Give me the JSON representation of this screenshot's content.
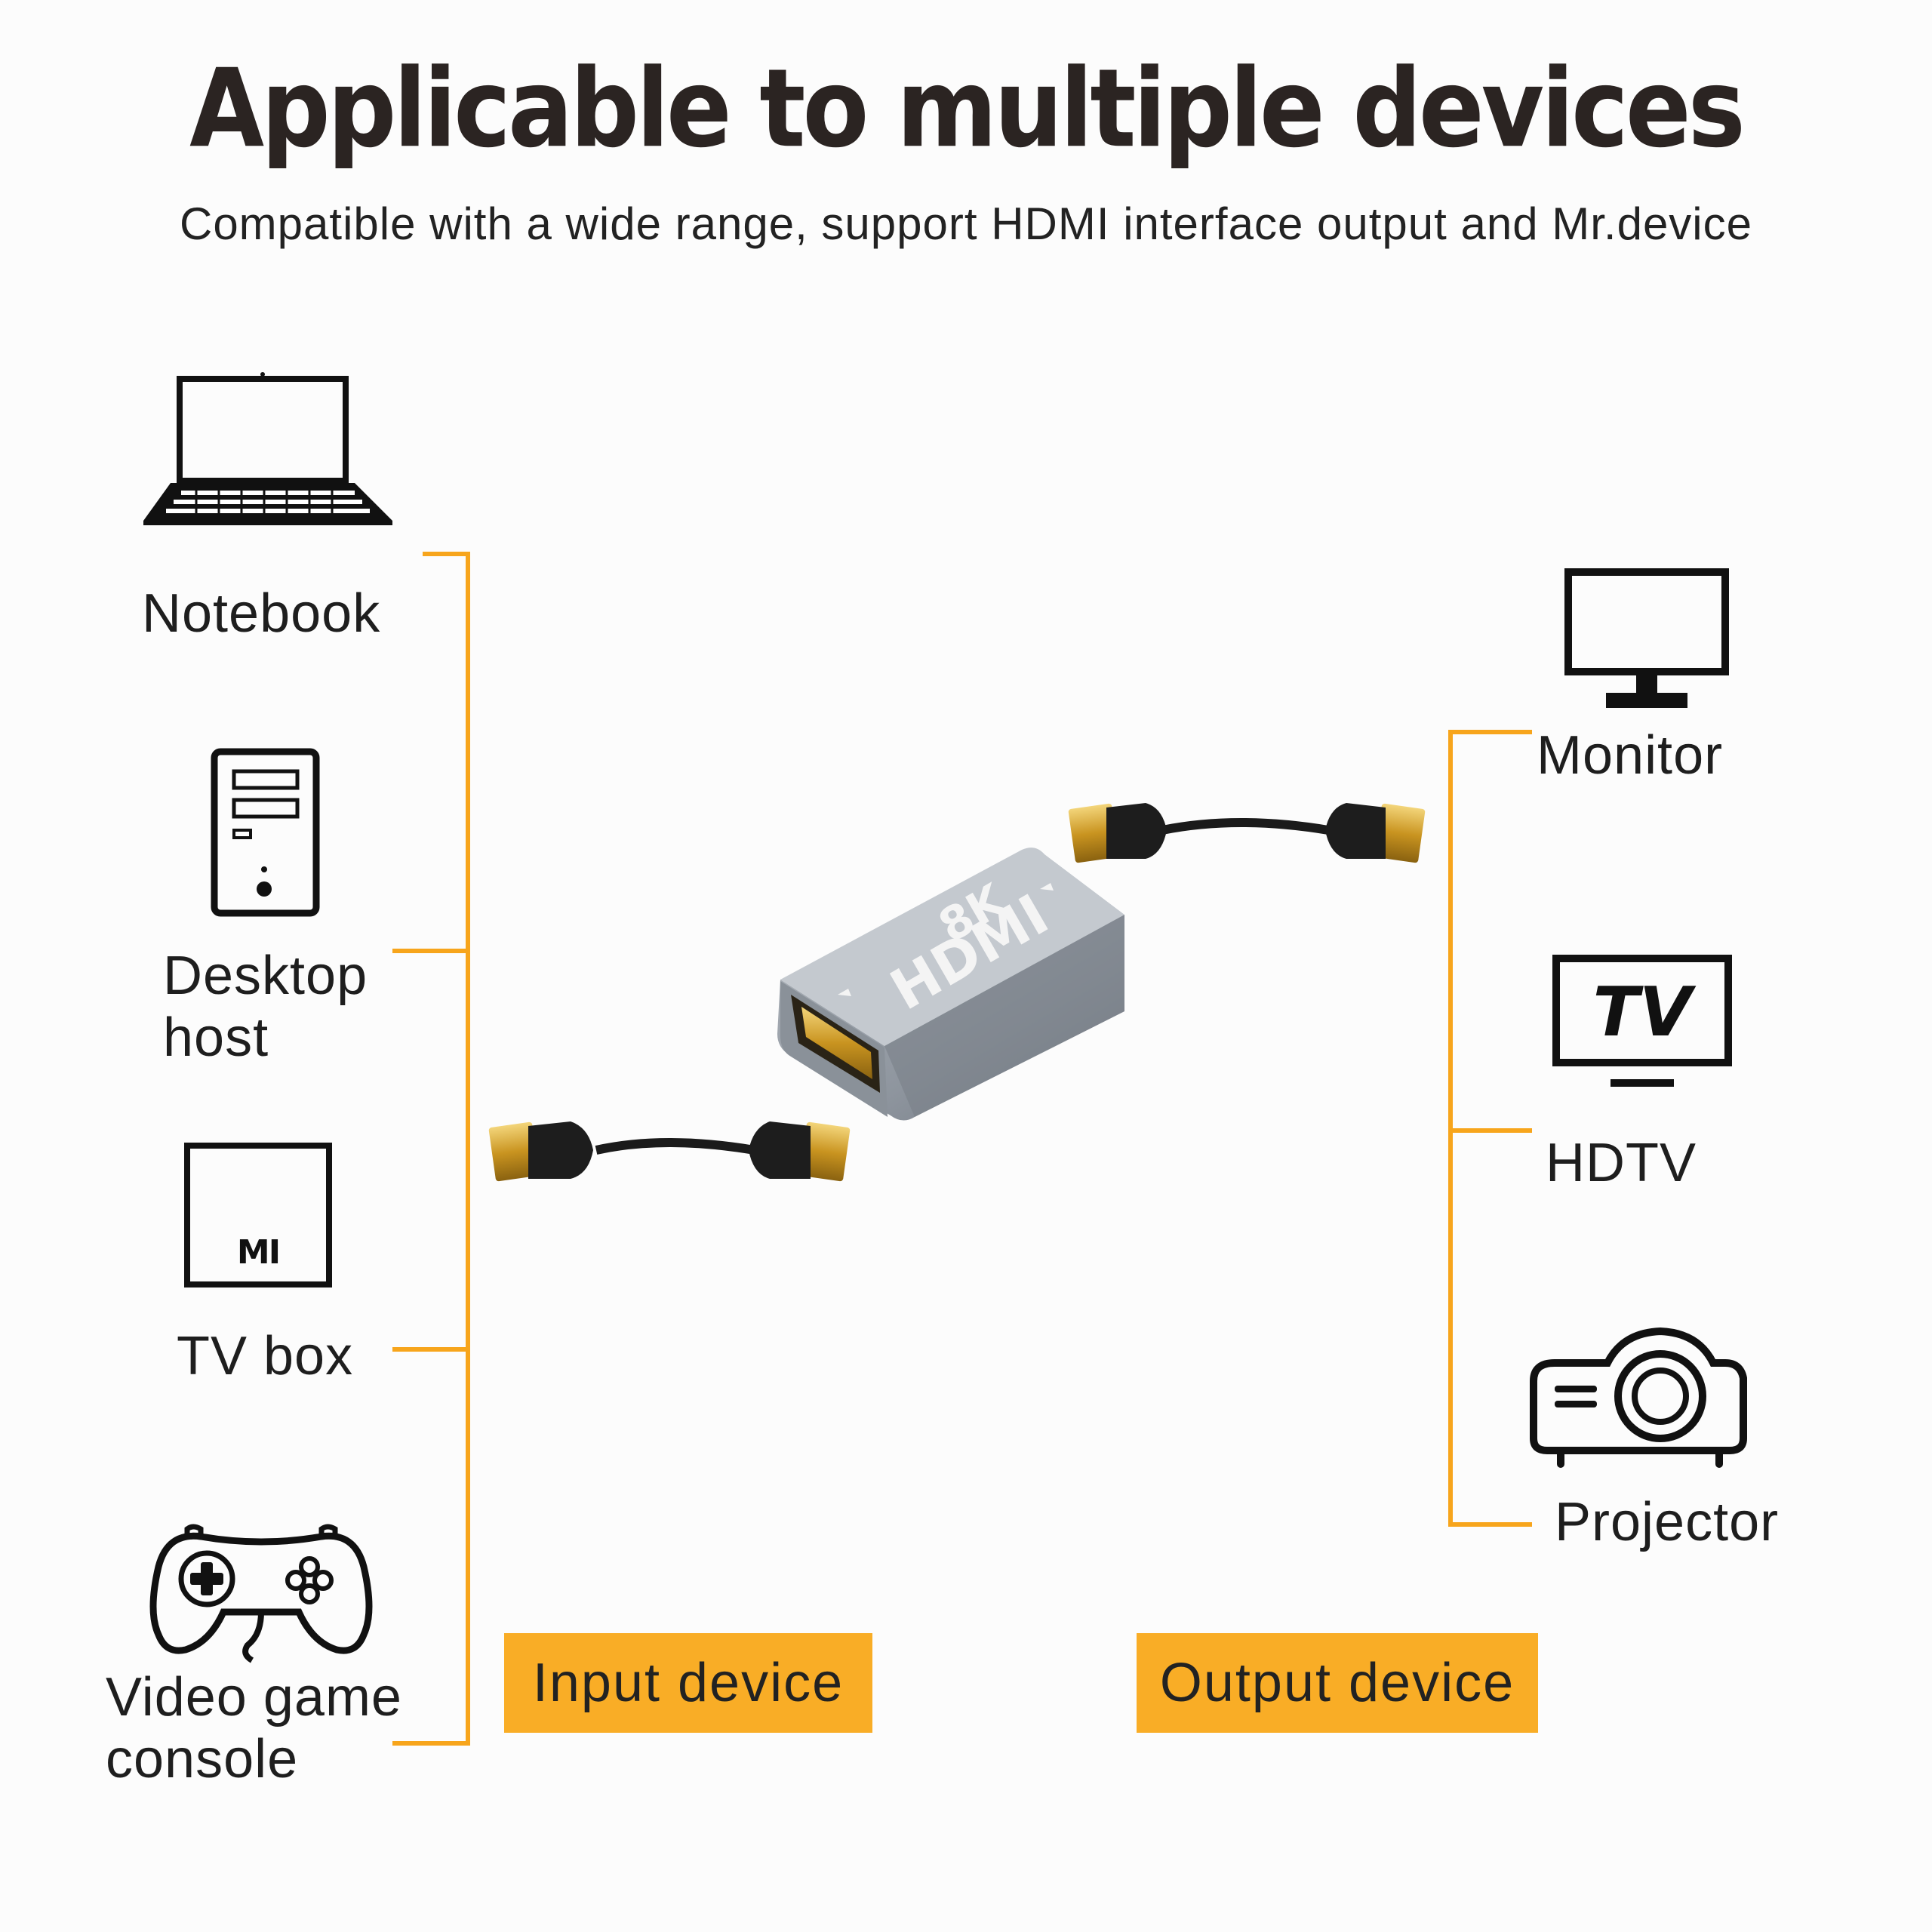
{
  "header": {
    "title": "Applicable to multiple devices",
    "subtitle": "Compatible with a wide range, support HDMI interface output and Mr.device"
  },
  "input_devices": [
    {
      "icon": "laptop-icon",
      "label": "Notebook"
    },
    {
      "icon": "desktop-tower-icon",
      "label_lines": [
        "Desktop",
        "host"
      ]
    },
    {
      "icon": "tv-box-icon",
      "label": "TV box",
      "icon_text": "MI"
    },
    {
      "icon": "gamepad-icon",
      "label_lines": [
        "Video game",
        "console"
      ]
    }
  ],
  "output_devices": [
    {
      "icon": "monitor-icon",
      "label": "Monitor"
    },
    {
      "icon": "hdtv-icon",
      "label": "HDTV",
      "icon_text": "TV"
    },
    {
      "icon": "projector-icon",
      "label": "Projector"
    }
  ],
  "adapter": {
    "line1": "8K",
    "line2": "HDMI"
  },
  "badges": {
    "input": "Input device",
    "output": "Output device"
  },
  "colors": {
    "accent": "#f9ad26",
    "line": "#f7a51c",
    "ink": "#1e1e1e",
    "adapter": "#8e959e"
  }
}
